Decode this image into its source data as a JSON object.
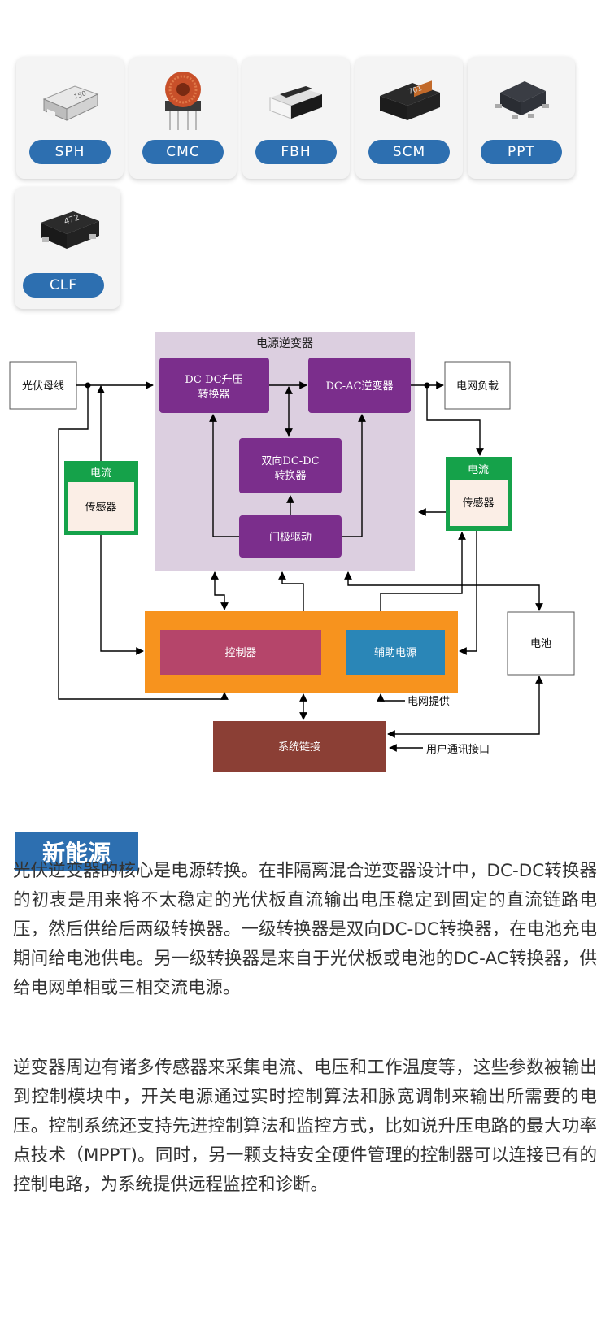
{
  "products": [
    {
      "label": "SPH",
      "icon": "sph-inductor-icon",
      "marking": "150"
    },
    {
      "label": "CMC",
      "icon": "cmc-choke-icon"
    },
    {
      "label": "FBH",
      "icon": "fbh-bead-icon"
    },
    {
      "label": "SCM",
      "icon": "scm-inductor-icon",
      "marking": "701"
    },
    {
      "label": "PPT",
      "icon": "ppt-transformer-icon"
    },
    {
      "label": "CLF",
      "icon": "clf-inductor-icon",
      "marking": "472"
    }
  ],
  "diagram": {
    "inverter_title": "电源逆变器",
    "pv_bus": "光伏母线",
    "grid_load": "电网负载",
    "dcdc_boost": [
      "DC-DC升压",
      "转换器"
    ],
    "dcac": "DC-AC逆变器",
    "bidir_dcdc": [
      "双向DC-DC",
      "转换器"
    ],
    "gate_driver": "门极驱动",
    "sensor_left": {
      "top": "电流",
      "bottom": "传感器"
    },
    "sensor_right": {
      "top": "电流",
      "bottom": "传感器"
    },
    "controller": "控制器",
    "aux_power": "辅助电源",
    "battery": "电池",
    "grid_supply": "电网提供",
    "system_link": "系统链接",
    "user_comm": "用户通讯接口"
  },
  "colors": {
    "inverter_bg": "#dccfe0",
    "purple_block": "#7b2e8c",
    "sensor_green": "#15a24a",
    "sensor_inner": "#fbeee6",
    "controller_orange": "#f7931e",
    "controller_red": "#b5456a",
    "aux_blue": "#2a86b7",
    "system_link_brown": "#8b3f35",
    "brand_blue": "#2d6fb0"
  },
  "section": {
    "title": "新能源",
    "paragraphs": [
      "光伏逆变器的核心是电源转换。在非隔离混合逆变器设计中，DC-DC转换器的初衷是用来将不太稳定的光伏板直流输出电压稳定到固定的直流链路电压，然后供给后两级转换器。一级转换器是双向DC-DC转换器，在电池充电期间给电池供电。另一级转换器是来自于光伏板或电池的DC-AC转换器，供给电网单相或三相交流电源。",
      "逆变器周边有诸多传感器来采集电流、电压和工作温度等，这些参数被输出到控制模块中，开关电源通过实时控制算法和脉宽调制来输出所需要的电压。控制系统还支持先进控制算法和监控方式，比如说升压电路的最大功率点技术（MPPT)。同时，另一颗支持安全硬件管理的控制器可以连接已有的控制电路，为系统提供远程监控和诊断。"
    ]
  }
}
